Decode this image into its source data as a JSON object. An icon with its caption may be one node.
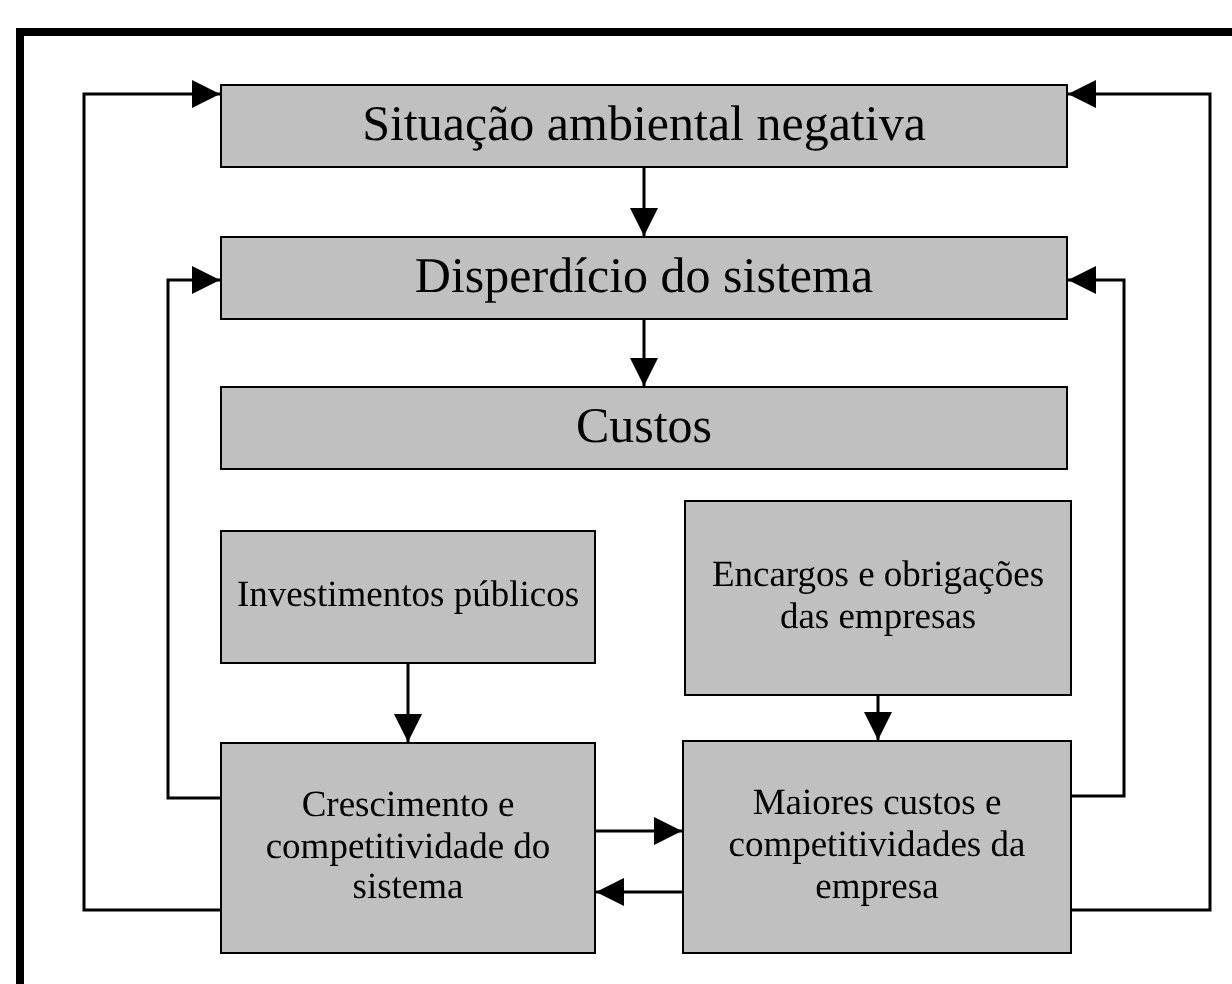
{
  "diagram": {
    "nodes": [
      {
        "text": [
          "Situação ambiental negativa"
        ]
      },
      {
        "text": [
          "Disperdício do sistema"
        ]
      },
      {
        "text": [
          "Custos"
        ]
      },
      {
        "text": [
          "Investimentos públicos"
        ]
      },
      {
        "text": [
          "Encargos e obrigações das empresas"
        ]
      },
      {
        "text": [
          "Crescimento e competitividade do sistema"
        ]
      },
      {
        "text": [
          "Maiores custos e competitividades da empresa"
        ]
      }
    ],
    "edges": [
      {
        "from": 0,
        "to": 1,
        "arrow": "to"
      },
      {
        "from": 1,
        "to": 2,
        "arrow": "to"
      },
      {
        "from": 3,
        "to": 5,
        "arrow": "to"
      },
      {
        "from": 4,
        "to": 6,
        "arrow": "to"
      },
      {
        "from": 5,
        "to": 6,
        "arrow": "to"
      },
      {
        "from": 6,
        "to": 5,
        "arrow": "to"
      },
      {
        "from": 5,
        "to": 1,
        "arrow": "to"
      },
      {
        "from": 6,
        "to": 1,
        "arrow": "to"
      },
      {
        "from": 5,
        "to": 0,
        "arrow": "to"
      },
      {
        "from": 6,
        "to": 0,
        "arrow": "to"
      }
    ]
  }
}
